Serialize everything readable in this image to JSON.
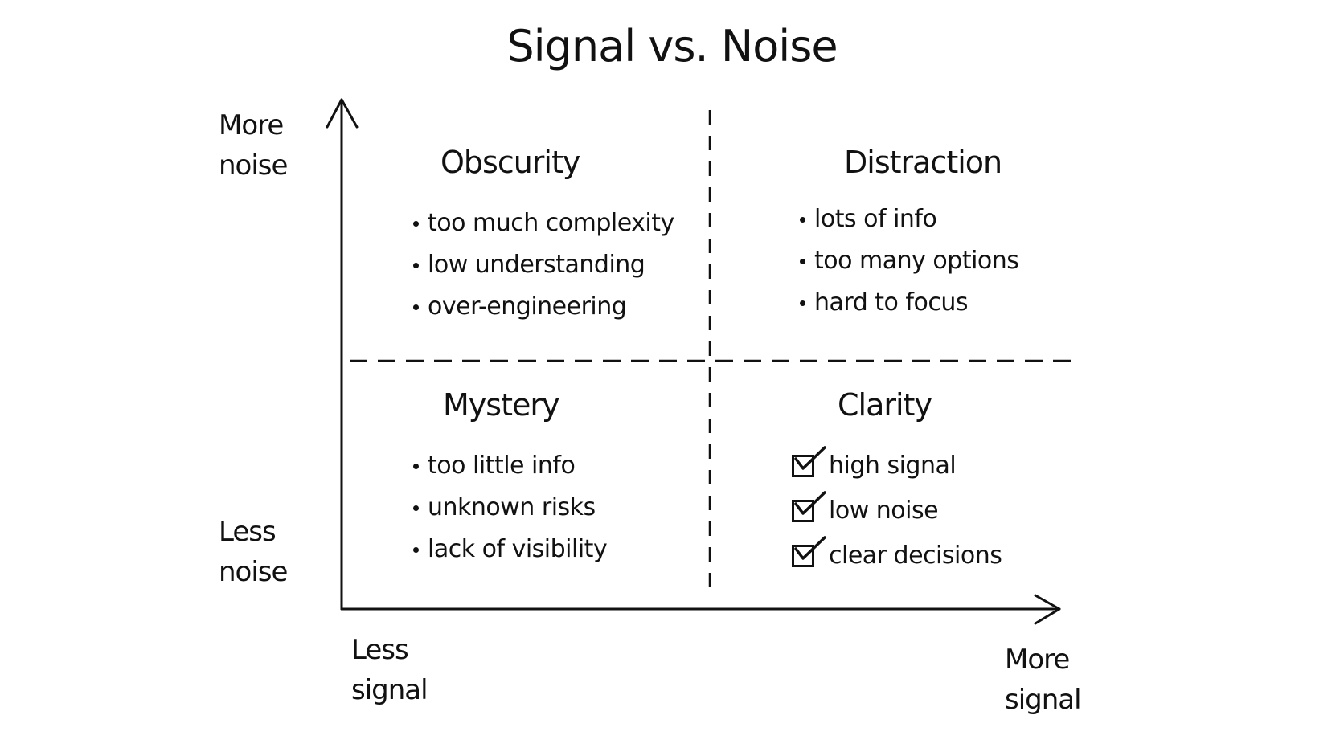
{
  "title": "Signal vs. Noise",
  "axes": {
    "y_top": [
      "More",
      "noise"
    ],
    "y_bottom": [
      "Less",
      "noise"
    ],
    "x_left": [
      "Less",
      "signal"
    ],
    "x_right": [
      "More",
      "signal"
    ]
  },
  "quadrants": {
    "top_left": {
      "title": "Obscurity",
      "items": [
        "too much complexity",
        "low understanding",
        "over-engineering"
      ]
    },
    "top_right": {
      "title": "Distraction",
      "items": [
        "lots of info",
        "too many options",
        "hard to focus"
      ]
    },
    "bottom_left": {
      "title": "Mystery",
      "items": [
        "too little info",
        "unknown risks",
        "lack of visibility"
      ]
    },
    "bottom_right": {
      "title": "Clarity",
      "items": [
        "high signal",
        "low noise",
        "clear decisions"
      ]
    }
  },
  "colors": {
    "ink": "#111111",
    "background": "#ffffff"
  },
  "icons": {
    "bullet": "bullet-dot-icon",
    "check": "checkbox-checked-icon"
  }
}
